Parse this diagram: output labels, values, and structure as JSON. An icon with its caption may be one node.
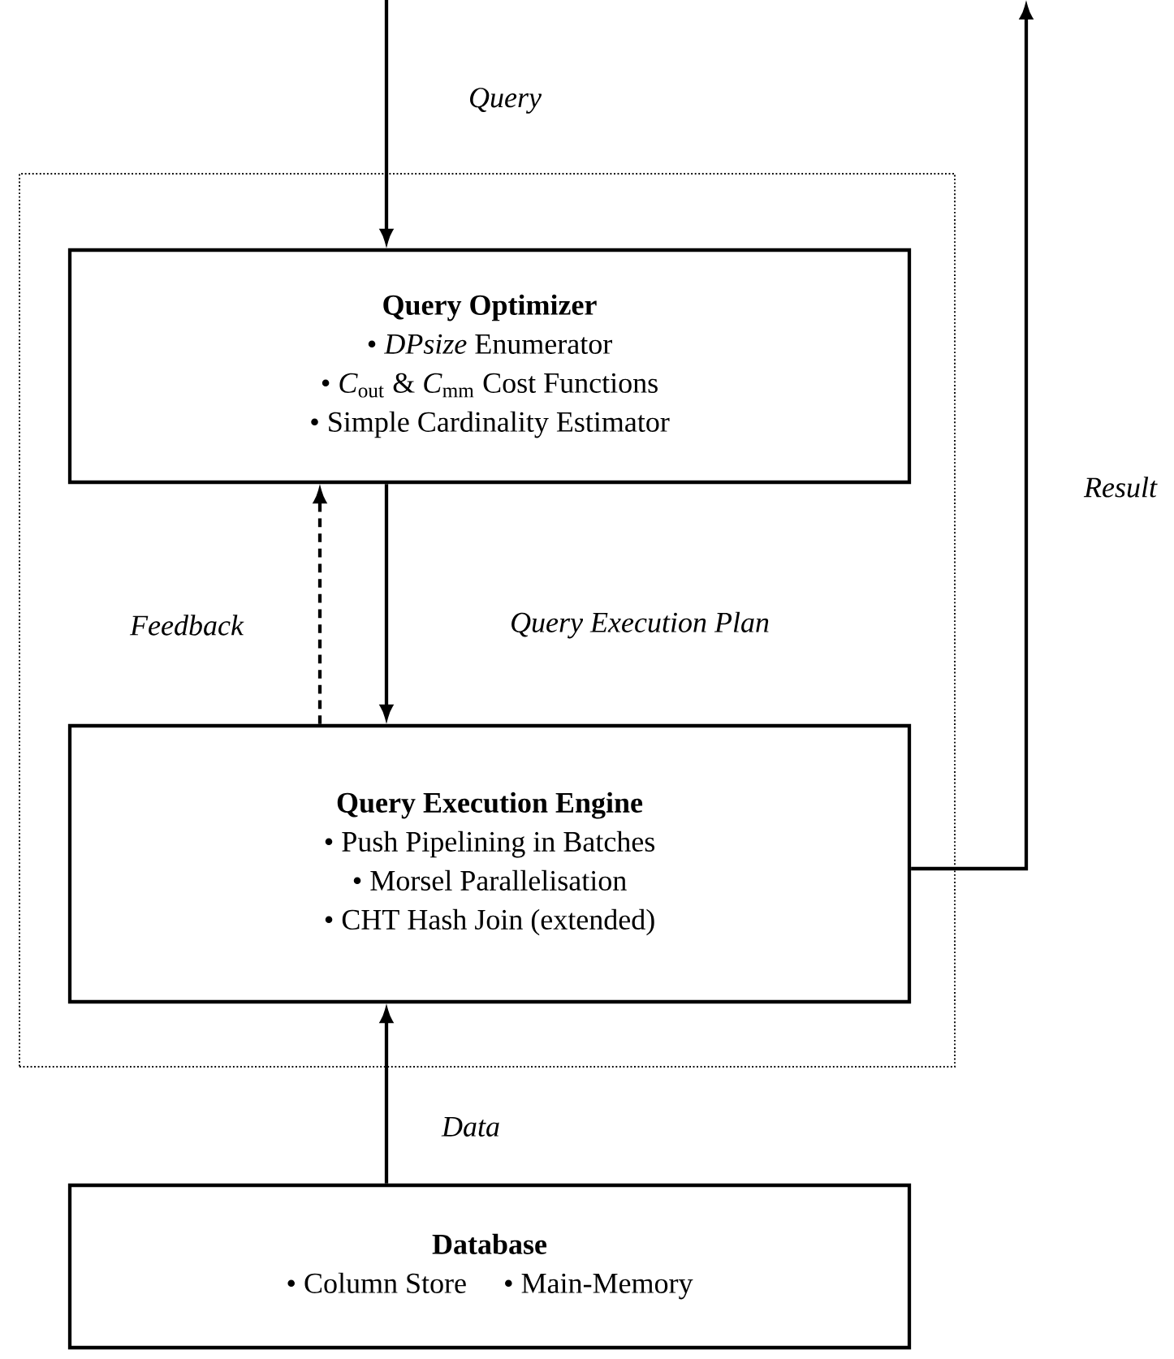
{
  "diagram": {
    "nodes": [
      {
        "text": [],
        "shape": "box"
      },
      {
        "text": [
          "Query Optimizer",
          "• *DPsize* Enumerator",
          "• *C*$_{out}$ & *C*$_{mm}$ Cost Functions",
          "• Simple Cardinality Estimator"
        ],
        "in": 0
      },
      {
        "text": [
          "Query Execution Engine",
          "• Push Pipelining in Batches",
          "• Morsel Parallelisation",
          "• CHT Hash Join (extended)"
        ],
        "in": 0
      },
      {
        "text": [
          "Database",
          "• Column Store",
          "• Main-Memory"
        ]
      }
    ],
    "edges": [
      {
        "from": null,
        "to": 1,
        "arrow": "to",
        "label": "Query"
      },
      {
        "from": 1,
        "to": 2,
        "arrow": "to",
        "label": "Query Execution Plan"
      },
      {
        "from": 2,
        "to": 1,
        "arrow": "to",
        "label": "Feedback",
        "style": "dashed"
      },
      {
        "from": 3,
        "to": 2,
        "arrow": "to",
        "label": "Data"
      },
      {
        "from": 2,
        "to": null,
        "arrow": "to",
        "label": "Result"
      }
    ]
  }
}
